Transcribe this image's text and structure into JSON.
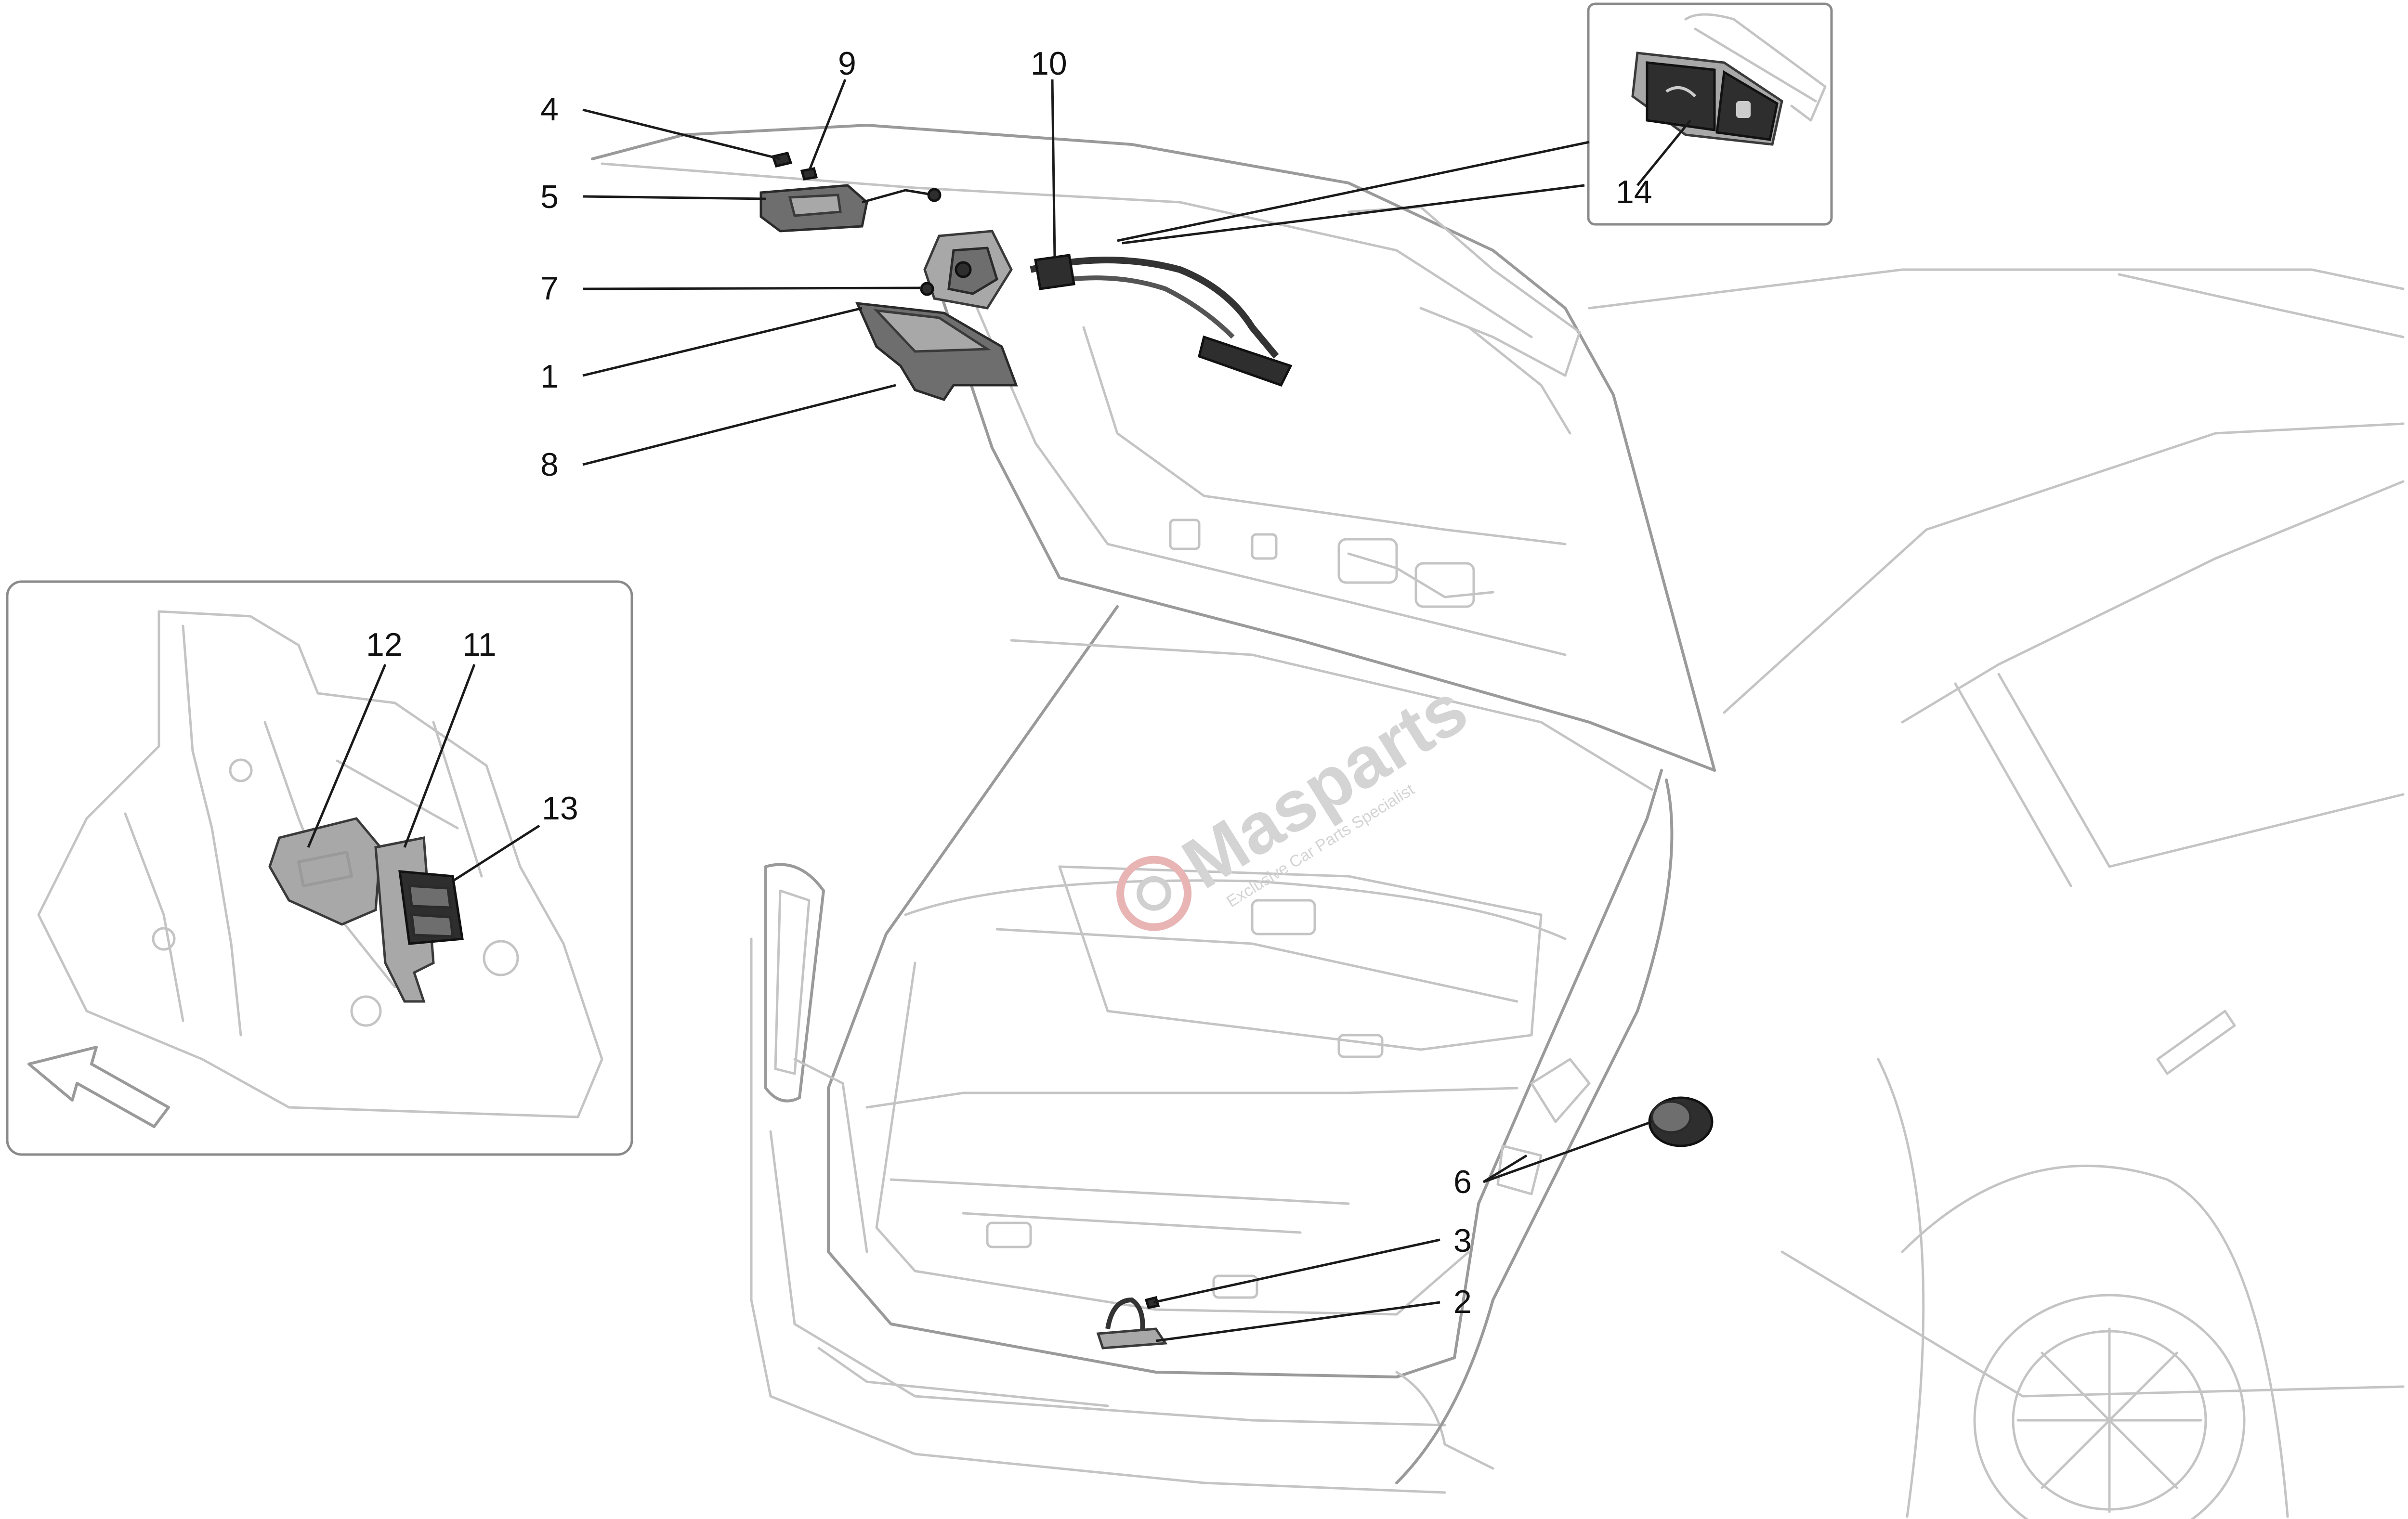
{
  "callouts": [
    {
      "id": "1",
      "label": "1"
    },
    {
      "id": "2",
      "label": "2"
    },
    {
      "id": "3",
      "label": "3"
    },
    {
      "id": "4",
      "label": "4"
    },
    {
      "id": "5",
      "label": "5"
    },
    {
      "id": "6",
      "label": "6"
    },
    {
      "id": "7",
      "label": "7"
    },
    {
      "id": "8",
      "label": "8"
    },
    {
      "id": "9",
      "label": "9"
    },
    {
      "id": "10",
      "label": "10"
    },
    {
      "id": "11",
      "label": "11"
    },
    {
      "id": "12",
      "label": "12"
    },
    {
      "id": "13",
      "label": "13"
    },
    {
      "id": "14",
      "label": "14"
    }
  ],
  "watermark": {
    "brand": "Masparts",
    "tagline": "Exclusive Car Parts Specialist"
  },
  "colors": {
    "outline": "#c4c4c4",
    "part": "#6e6e6e",
    "leader": "#1a1a1a",
    "watermark_accent": "#e8b4b4"
  }
}
